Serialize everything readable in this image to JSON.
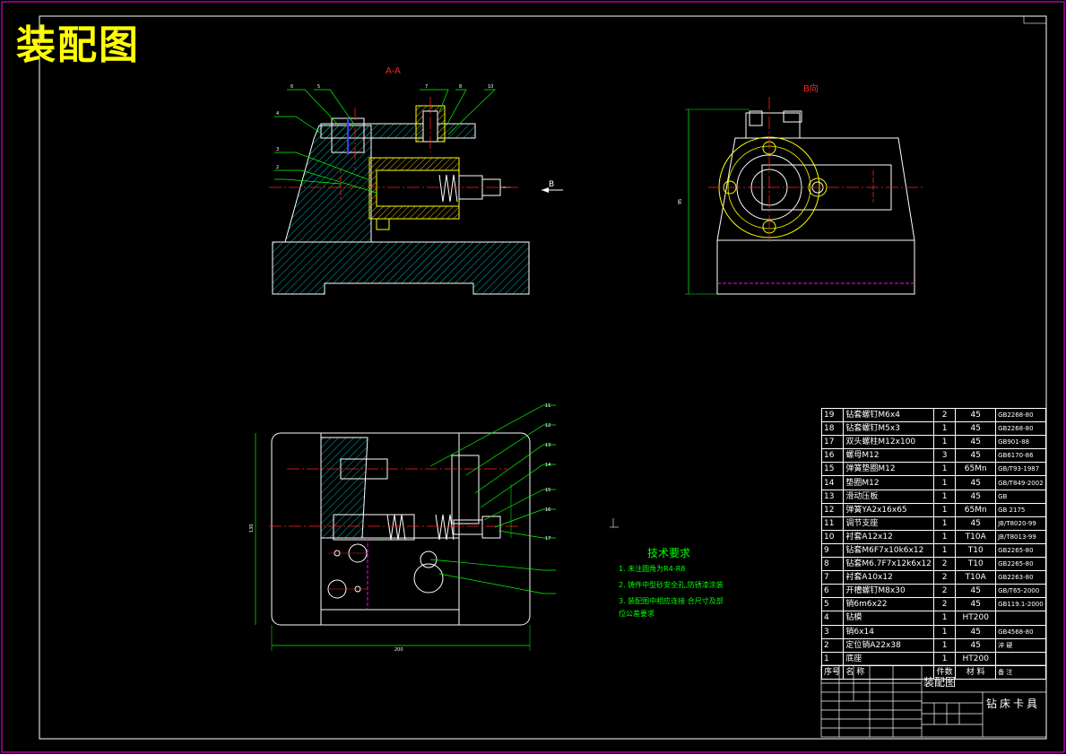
{
  "drawing_title": "装配图",
  "views": {
    "section_label": "A-A",
    "view_b_label": "B向",
    "arrow_b": "B",
    "dim_side": "95",
    "dim_front_width": "200",
    "dim_front_height": "130",
    "balloons_top": [
      "6",
      "5",
      "4",
      "3",
      "2",
      "7",
      "8",
      "10"
    ],
    "balloons_front": [
      "11",
      "12",
      "13",
      "14",
      "15",
      "16",
      "17"
    ]
  },
  "technical_requirements": {
    "heading": "技术要求",
    "items": [
      "1. 未注圆角为R4-R8",
      "2. 铸件中型砂安全孔,防锈漆涂装",
      "3. 装配图中相应连接 合尺寸及部",
      "   位公差要求"
    ]
  },
  "bom": {
    "rows": [
      [
        "19",
        "钻套螺钉M6x4",
        "2",
        "45",
        "GB2268-80"
      ],
      [
        "18",
        "钻套螺钉M5x3",
        "1",
        "45",
        "GB2268-80"
      ],
      [
        "17",
        "双头螺柱M12x100",
        "1",
        "45",
        "GB901-88"
      ],
      [
        "16",
        "螺母M12",
        "3",
        "45",
        "GB6170-86"
      ],
      [
        "15",
        "弹簧垫圈M12",
        "1",
        "65Mn",
        "GB/T93-1987"
      ],
      [
        "14",
        "垫圈M12",
        "1",
        "45",
        "GB/T849-2002"
      ],
      [
        "13",
        "滑动压板",
        "1",
        "45",
        "GB"
      ],
      [
        "12",
        "弹簧YA2x16x65",
        "1",
        "65Mn",
        "GB 2175"
      ],
      [
        "11",
        "调节支座",
        "1",
        "45",
        "JB/T8020-99"
      ],
      [
        "10",
        "衬套A12x12",
        "1",
        "T10A",
        "JB/T8013-99"
      ],
      [
        "9",
        "钻套M6F7x10k6x12",
        "1",
        "T10",
        "GB2265-80"
      ],
      [
        "8",
        "钻套M6.7F7x12k6x12",
        "2",
        "T10",
        "GB2265-80"
      ],
      [
        "7",
        "衬套A10x12",
        "2",
        "T10A",
        "GB2263-80"
      ],
      [
        "6",
        "开槽螺钉M8x30",
        "2",
        "45",
        "GB/T65-2000"
      ],
      [
        "5",
        "销6m6x22",
        "2",
        "45",
        "GB119.1-2000"
      ],
      [
        "4",
        "钻模",
        "1",
        "HT200",
        ""
      ],
      [
        "3",
        "销6x14",
        "1",
        "45",
        "GB4568-80"
      ],
      [
        "2",
        "定位销A22x38",
        "1",
        "45",
        "淬 硬"
      ],
      [
        "1",
        "底座",
        "1",
        "HT200",
        ""
      ]
    ],
    "header": [
      "序号",
      "名   称",
      "件数",
      "材 料",
      "备 注"
    ]
  },
  "title_block": {
    "drawing_name": "装配图",
    "product_name": "钻床卡具"
  },
  "colors": {
    "background": "#000000",
    "border": "#ff00ff",
    "title": "#ffff00",
    "outline": "#ffffff",
    "centerline": "#ff2020",
    "hatch": "#00cccc",
    "leader": "#00ff00",
    "part_highlight": "#ffff00"
  }
}
